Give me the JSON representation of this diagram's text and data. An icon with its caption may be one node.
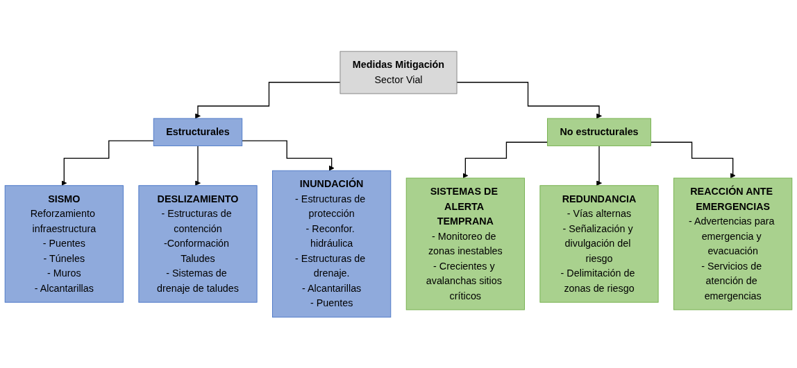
{
  "diagram": {
    "nodes": [
      {
        "text": [
          "Medidas Mitigación",
          "Sector Vial"
        ]
      },
      {
        "text": [
          "Estructurales"
        ]
      },
      {
        "text": [
          "No estructurales"
        ]
      },
      {
        "text": [
          "SISMO",
          "Reforzamiento infraestructura",
          "- Puentes",
          "- Túneles",
          "- Muros",
          "- Alcantarillas"
        ]
      },
      {
        "text": [
          "DESLIZAMIENTO",
          "- Estructuras de contención",
          "-Conformación Taludes",
          "- Sistemas de drenaje de taludes"
        ]
      },
      {
        "text": [
          "INUNDACIÓN",
          "- Estructuras de protección",
          "- Reconfor. hidráulica",
          "- Estructuras de drenaje.",
          "- Alcantarillas",
          "- Puentes"
        ]
      },
      {
        "text": [
          "SISTEMAS DE ALERTA TEMPRANA",
          "- Monitoreo de zonas inestables",
          "- Crecientes y avalanchas sitios críticos"
        ]
      },
      {
        "text": [
          "REDUNDANCIA",
          "- Vías alternas",
          "- Señalización y divulgación del riesgo",
          "- Delimitación de zonas de riesgo"
        ]
      },
      {
        "text": [
          "REACCIÓN ANTE EMERGENCIAS",
          "- Advertencias para emergencia y evacuación",
          "- Servicios de atención de emergencias"
        ]
      }
    ],
    "edges": [
      {
        "from": 0,
        "to": 1,
        "arrow": "to"
      },
      {
        "from": 0,
        "to": 2,
        "arrow": "to"
      },
      {
        "from": 1,
        "to": 3,
        "arrow": "to"
      },
      {
        "from": 1,
        "to": 4,
        "arrow": "to"
      },
      {
        "from": 1,
        "to": 5,
        "arrow": "to"
      },
      {
        "from": 2,
        "to": 6,
        "arrow": "to"
      },
      {
        "from": 2,
        "to": 7,
        "arrow": "to"
      },
      {
        "from": 2,
        "to": 8,
        "arrow": "to"
      }
    ]
  }
}
